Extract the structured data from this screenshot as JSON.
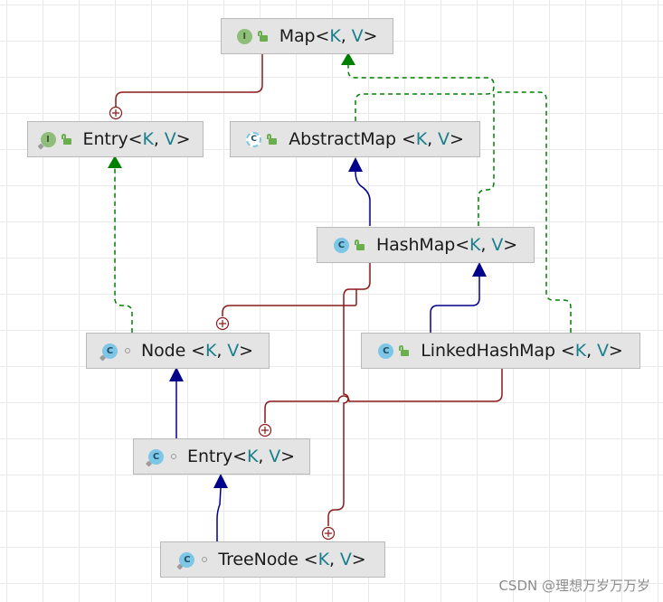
{
  "nodes": {
    "map": {
      "name": "Map",
      "params": [
        "K",
        "V"
      ],
      "kind": "interface",
      "kind_letter": "I",
      "visibility": "public"
    },
    "entry_iface": {
      "name": "Entry",
      "params": [
        "K",
        "V"
      ],
      "kind": "interface",
      "kind_letter": "I",
      "visibility": "public",
      "nested": true
    },
    "abstract_map": {
      "name": "AbstractMap ",
      "params": [
        "K",
        "V"
      ],
      "kind": "abstract",
      "kind_letter": "C",
      "visibility": "public"
    },
    "hash_map": {
      "name": "HashMap",
      "params": [
        "K",
        "V"
      ],
      "kind": "class",
      "kind_letter": "C",
      "visibility": "public"
    },
    "node": {
      "name": "Node ",
      "params": [
        "K",
        "V"
      ],
      "kind": "class",
      "kind_letter": "C",
      "visibility": "package",
      "nested": true
    },
    "linked_hash_map": {
      "name": "LinkedHashMap ",
      "params": [
        "K",
        "V"
      ],
      "kind": "class",
      "kind_letter": "C",
      "visibility": "public"
    },
    "entry_class": {
      "name": "Entry",
      "params": [
        "K",
        "V"
      ],
      "kind": "class",
      "kind_letter": "C",
      "visibility": "package",
      "nested": true
    },
    "tree_node": {
      "name": "TreeNode ",
      "params": [
        "K",
        "V"
      ],
      "kind": "class",
      "kind_letter": "C",
      "visibility": "package",
      "nested": true
    }
  },
  "edges": [
    {
      "from": "entry_iface",
      "to": "map",
      "type": "inner"
    },
    {
      "from": "abstract_map",
      "to": "map",
      "type": "implements"
    },
    {
      "from": "hash_map",
      "to": "map",
      "type": "implements"
    },
    {
      "from": "linked_hash_map",
      "to": "map",
      "type": "implements"
    },
    {
      "from": "node",
      "to": "entry_iface",
      "type": "implements"
    },
    {
      "from": "hash_map",
      "to": "abstract_map",
      "type": "extends"
    },
    {
      "from": "linked_hash_map",
      "to": "hash_map",
      "type": "extends"
    },
    {
      "from": "entry_class",
      "to": "node",
      "type": "extends"
    },
    {
      "from": "tree_node",
      "to": "entry_class",
      "type": "extends"
    },
    {
      "from": "node",
      "to": "hash_map",
      "type": "inner"
    },
    {
      "from": "tree_node",
      "to": "hash_map",
      "type": "inner"
    },
    {
      "from": "entry_class",
      "to": "linked_hash_map",
      "type": "inner"
    }
  ],
  "colors": {
    "extends": "#00008b",
    "implements": "#008000",
    "inner": "#8b1a1a",
    "node_fill": "#e4e4e4",
    "node_border": "#b9b9b9",
    "type_param": "#1a7f8c"
  },
  "watermark": "CSDN @理想万岁万万岁"
}
